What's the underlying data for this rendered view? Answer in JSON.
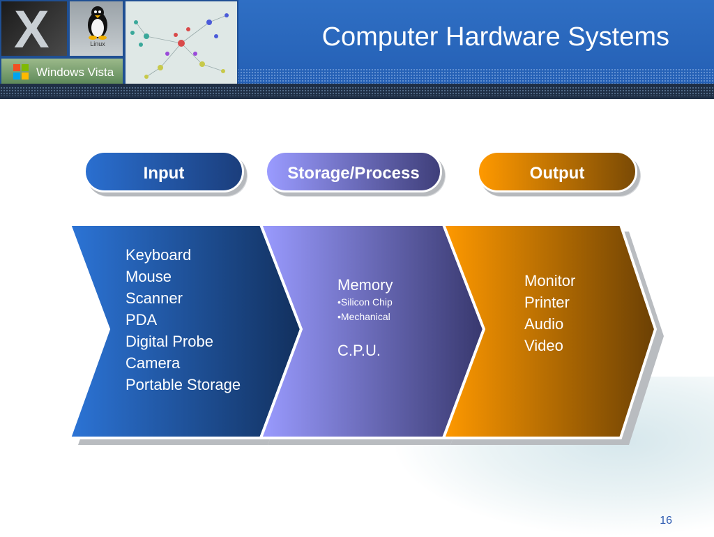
{
  "slide": {
    "title": "Computer Hardware Systems",
    "page_number": "16"
  },
  "logos": {
    "vista_text": "Windows Vista",
    "linux_text": "Linux",
    "mac_mark": "X"
  },
  "stages": [
    {
      "label": "Input",
      "items": [
        "Keyboard",
        "Mouse",
        "Scanner",
        "PDA",
        "Digital Probe",
        "Camera",
        "Portable Storage"
      ]
    },
    {
      "label": "Storage/Process",
      "memory": "Memory",
      "memory_items": [
        "•Silicon Chip",
        "•Mechanical"
      ],
      "cpu": "C.P.U."
    },
    {
      "label": "Output",
      "items": [
        "Monitor",
        "Printer",
        "Audio",
        "Video"
      ]
    }
  ],
  "colors": {
    "header_blue": "#2f6fc4",
    "input_blue": "#2a6fd0",
    "storage_purple": "#9a9bff",
    "output_orange": "#ff9900"
  }
}
